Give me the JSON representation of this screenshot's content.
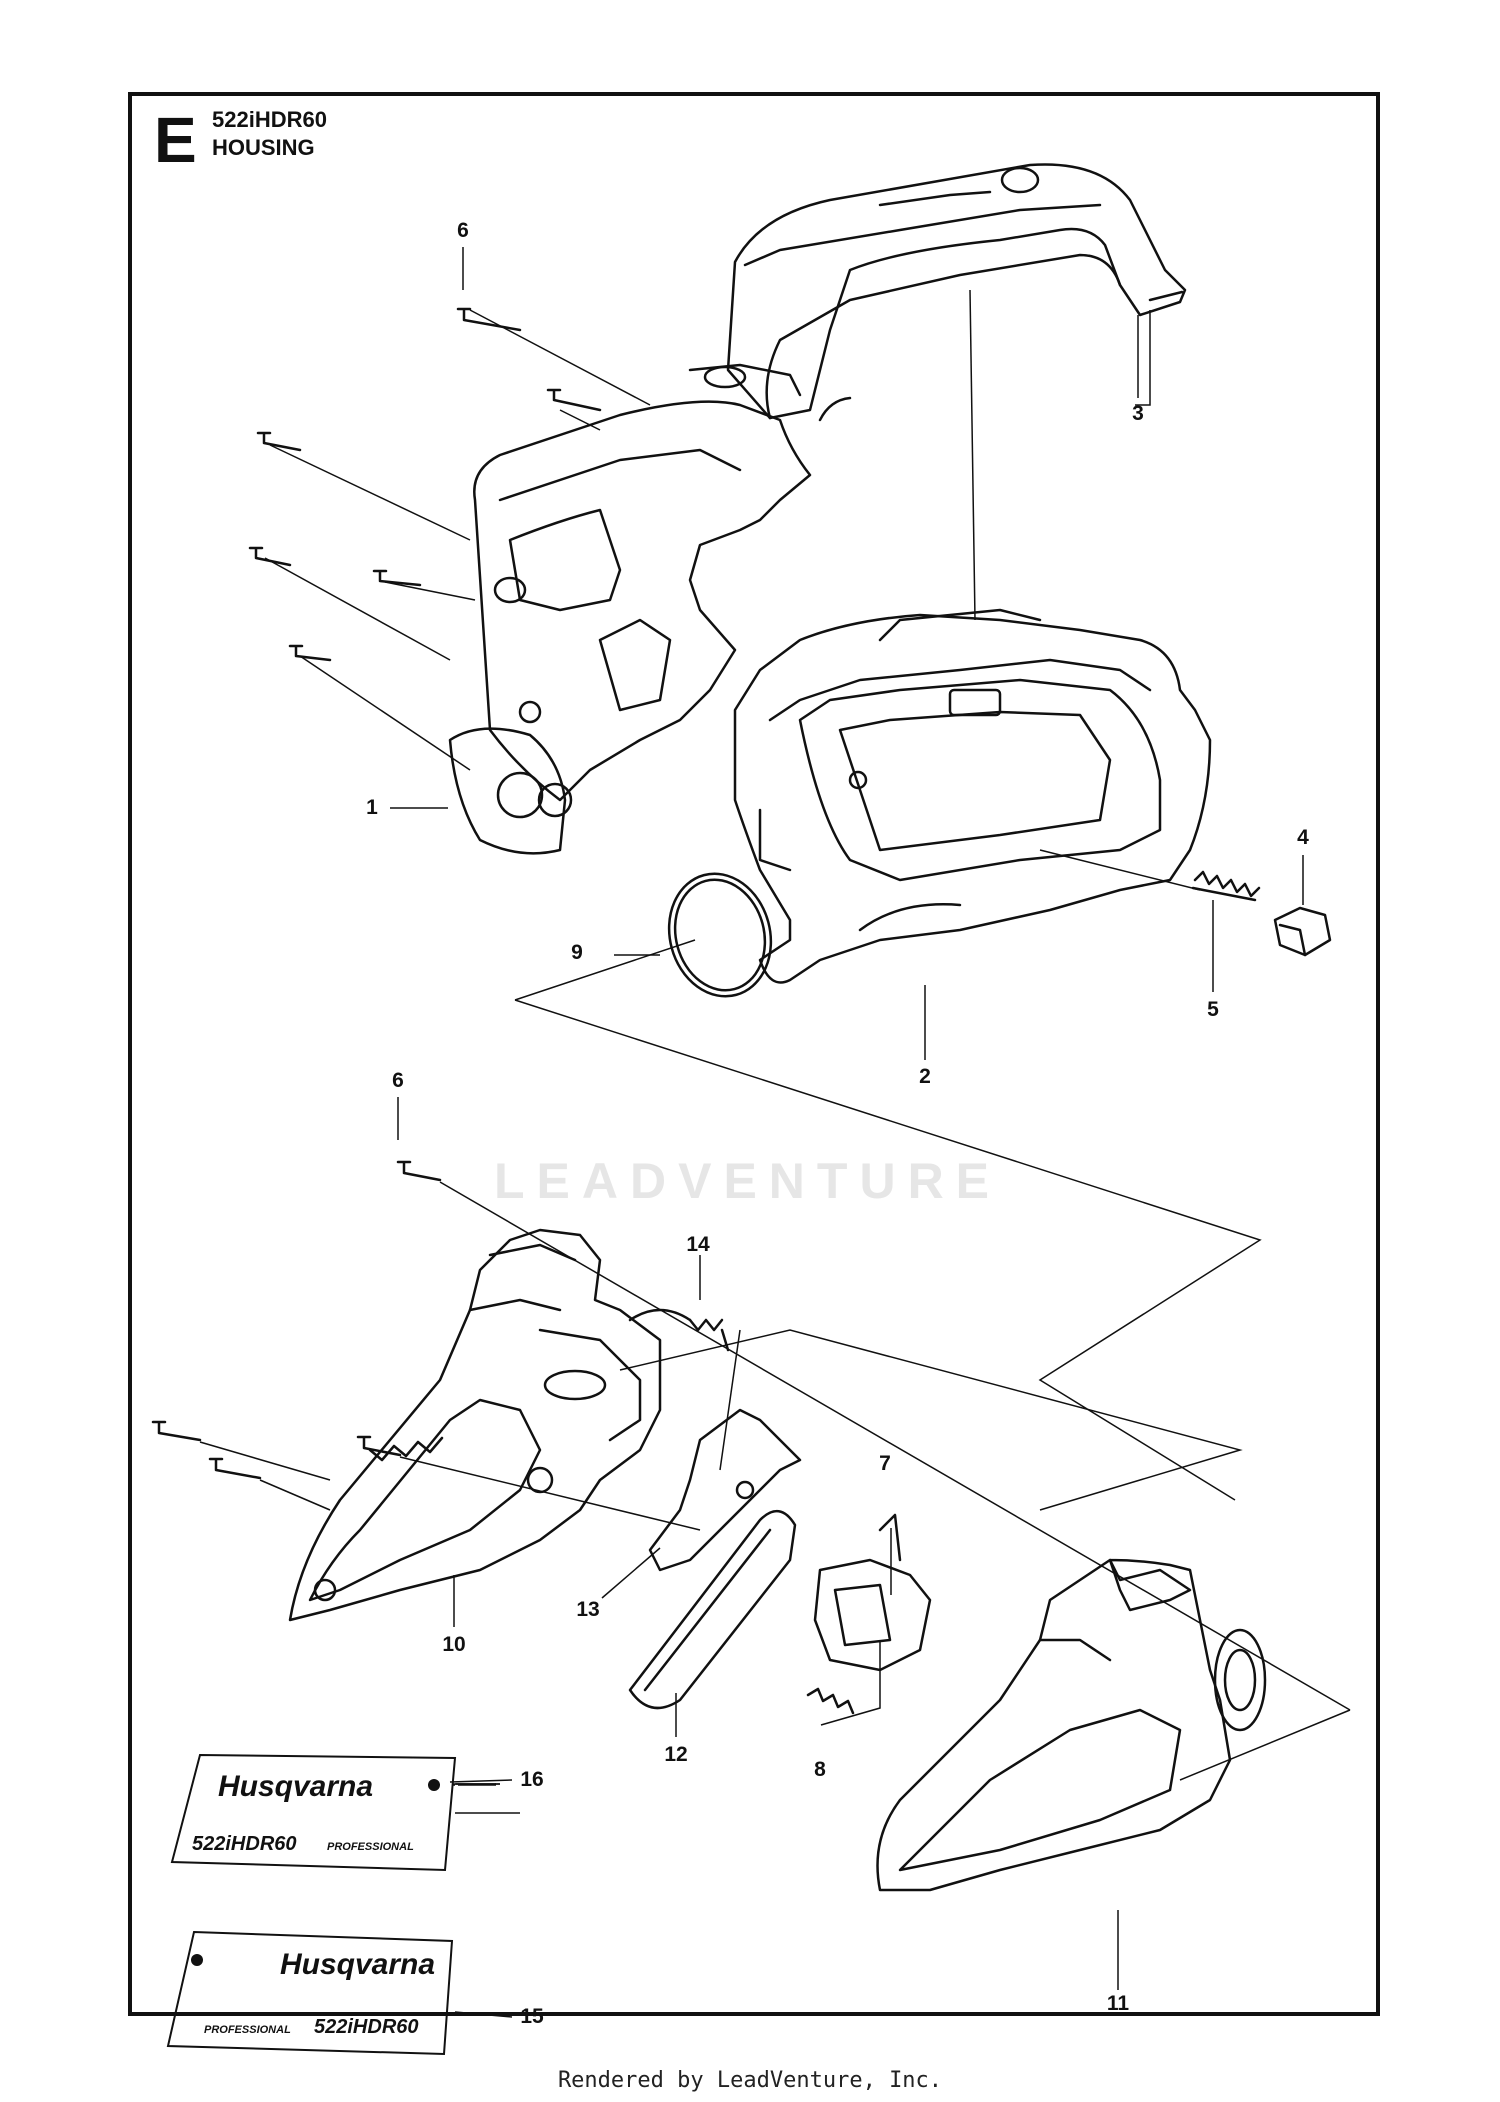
{
  "header": {
    "section_letter": "E",
    "model": "522iHDR60",
    "title": "HOUSING"
  },
  "callouts": [
    {
      "label": "1"
    },
    {
      "label": "2"
    },
    {
      "label": "3"
    },
    {
      "label": "4"
    },
    {
      "label": "5"
    },
    {
      "label": "6"
    },
    {
      "label": "6"
    },
    {
      "label": "7"
    },
    {
      "label": "8"
    },
    {
      "label": "9"
    },
    {
      "label": "10"
    },
    {
      "label": "11"
    },
    {
      "label": "12"
    },
    {
      "label": "13"
    },
    {
      "label": "14"
    },
    {
      "label": "15"
    },
    {
      "label": "16"
    }
  ],
  "decals": {
    "top": {
      "brand": "Husqvarna",
      "model": "522iHDR60",
      "grade": "PROFESSIONAL"
    },
    "bottom": {
      "brand": "Husqvarna",
      "model": "522iHDR60",
      "grade": "PROFESSIONAL"
    }
  },
  "watermark": "LEADVENTURE",
  "footer": "Rendered by LeadVenture, Inc."
}
